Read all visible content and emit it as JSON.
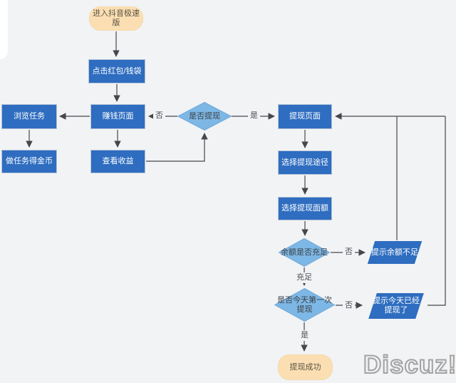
{
  "page": {
    "background": "#f1f3f5",
    "watermark": "Discuz!"
  },
  "colors": {
    "process_fill": "#2e6dc0",
    "process_border": "#b7c3d8",
    "diamond_fill": "#7db7e5",
    "diamond_border": "#6fa8d8",
    "terminator_fill": "#fbdfb3",
    "terminator_text": "#5b5244",
    "connector": "#45474c",
    "label_text": "#4c4f54"
  },
  "nodes": {
    "start": {
      "label": "进入抖音极速版",
      "shape": "terminator"
    },
    "click_redpacket": {
      "label": "点击红包/钱袋",
      "shape": "process"
    },
    "earn_page": {
      "label": "赚钱页面",
      "shape": "process"
    },
    "browse_tasks": {
      "label": "浏览任务",
      "shape": "process"
    },
    "do_tasks_coins": {
      "label": "做任务得金币",
      "shape": "process"
    },
    "view_income": {
      "label": "查看收益",
      "shape": "process"
    },
    "decide_withdraw": {
      "label": "是否提现",
      "shape": "decision"
    },
    "withdraw_page": {
      "label": "提现页面",
      "shape": "process"
    },
    "choose_route": {
      "label": "选择提现途径",
      "shape": "process"
    },
    "choose_amount": {
      "label": "选择提现面额",
      "shape": "process"
    },
    "decide_balance": {
      "label": "余额是否充足",
      "shape": "decision"
    },
    "tip_insufficient": {
      "label": "提示余额不足",
      "shape": "io"
    },
    "decide_first_today": {
      "label": "是否今天第一次提现",
      "shape": "decision"
    },
    "tip_already_withdrawn": {
      "label": "提示今天已经提现了",
      "shape": "io"
    },
    "success": {
      "label": "提现成功",
      "shape": "terminator"
    }
  },
  "edge_labels": {
    "withdraw_no": "否",
    "withdraw_yes": "是",
    "balance_no": "否",
    "balance_sufficient": "充足",
    "first_no": "否",
    "first_yes": "是"
  },
  "edges": [
    {
      "from": "start",
      "to": "click_redpacket"
    },
    {
      "from": "click_redpacket",
      "to": "earn_page"
    },
    {
      "from": "earn_page",
      "to": "browse_tasks"
    },
    {
      "from": "browse_tasks",
      "to": "do_tasks_coins"
    },
    {
      "from": "earn_page",
      "to": "view_income"
    },
    {
      "from": "view_income",
      "to": "decide_withdraw"
    },
    {
      "from": "decide_withdraw",
      "to": "earn_page",
      "label": "否"
    },
    {
      "from": "decide_withdraw",
      "to": "withdraw_page",
      "label": "是"
    },
    {
      "from": "withdraw_page",
      "to": "choose_route"
    },
    {
      "from": "choose_route",
      "to": "choose_amount"
    },
    {
      "from": "choose_amount",
      "to": "decide_balance"
    },
    {
      "from": "decide_balance",
      "to": "tip_insufficient",
      "label": "否"
    },
    {
      "from": "decide_balance",
      "to": "decide_first_today",
      "label": "充足"
    },
    {
      "from": "decide_first_today",
      "to": "tip_already_withdrawn",
      "label": "否"
    },
    {
      "from": "decide_first_today",
      "to": "success",
      "label": "是"
    },
    {
      "from": "tip_insufficient",
      "to": "withdraw_page"
    },
    {
      "from": "tip_already_withdrawn",
      "to": "withdraw_page"
    }
  ]
}
